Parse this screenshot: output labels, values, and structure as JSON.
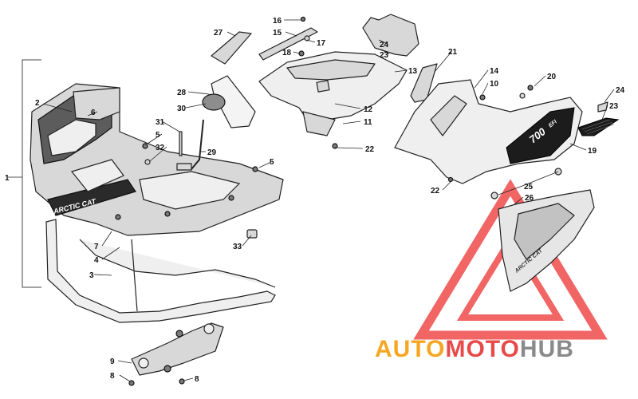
{
  "diagram": {
    "callouts": [
      "1",
      "2",
      "3",
      "4",
      "5",
      "5",
      "6",
      "7",
      "8",
      "8",
      "9",
      "10",
      "11",
      "12",
      "13",
      "14",
      "15",
      "16",
      "17",
      "18",
      "19",
      "20",
      "21",
      "22",
      "22",
      "23",
      "23",
      "24",
      "24",
      "25",
      "26",
      "27",
      "28",
      "29",
      "30",
      "31",
      "32",
      "33"
    ],
    "decals": {
      "rack_brand": "ARCTIC CAT",
      "panel_model": "700",
      "panel_suffix": "EFI",
      "guard_brand": "ARCTIC CAT"
    },
    "watermark": {
      "part1": "AUTO",
      "part2": "MOTO",
      "part3": "HUB",
      "color_orange": "#f6a623",
      "color_red": "#e84a4a",
      "color_grey": "#8a8a8a"
    }
  }
}
